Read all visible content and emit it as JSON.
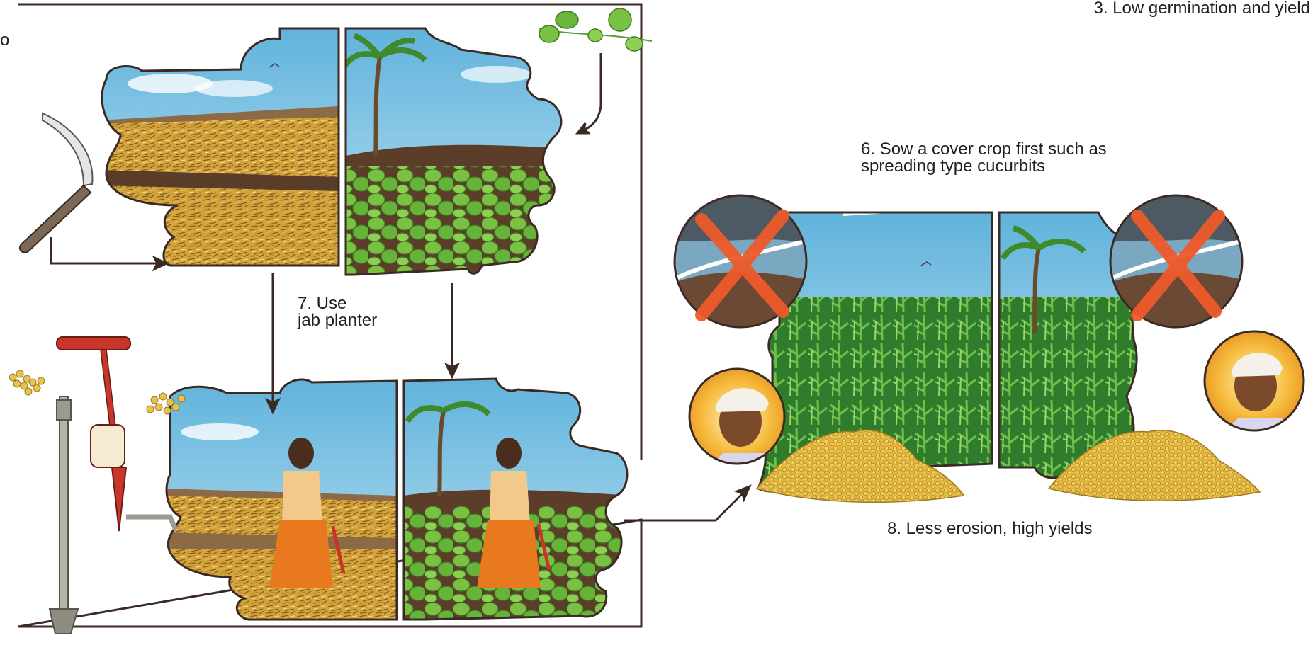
{
  "captions": {
    "low_germination": "3. Low germination and yield",
    "cover_crop": "6. Sow a cover crop first such as\nspreading type cucurbits",
    "jab_planter": "7. Use\njab planter",
    "less_erosion": "8. Less erosion, high yields",
    "left_edge_partial": "ot"
  },
  "colors": {
    "frame": "#3b2a24",
    "sky": "#8fcbe6",
    "soil": "#6a4a34",
    "mulch": "#d7b24a",
    "leaf": "#5fae3c",
    "maize": "#3f9a3a",
    "grain": "#e6c24a",
    "skirt": "#e8791f",
    "tool_red": "#c8352a",
    "cross": "#ee5a2a"
  },
  "icons": [
    "sickle-icon",
    "cucurbit-vine-icon",
    "jab-planter-icon",
    "seed-cluster-icon",
    "rain-erosion-icon",
    "cross-icon",
    "farmer-avatar-icon",
    "bird-icon",
    "palm-tree-icon",
    "grain-pile-icon"
  ]
}
